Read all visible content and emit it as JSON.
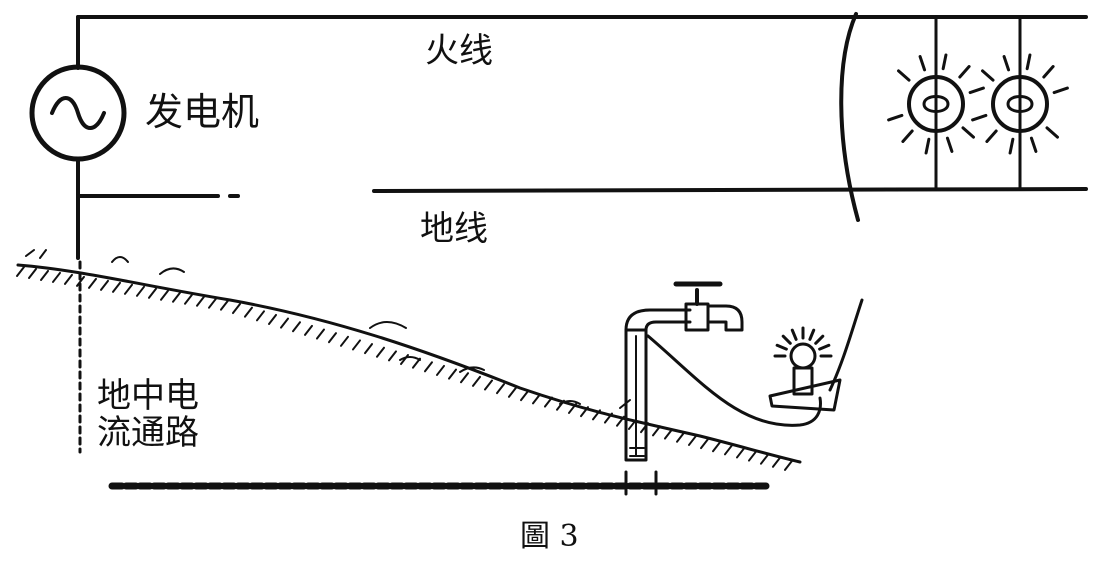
{
  "labels": {
    "generator": "发电机",
    "live_wire": "火线",
    "ground_wire": "地线",
    "earth_path": [
      "地中电",
      "流通路"
    ],
    "caption": "圖 3"
  },
  "colors": {
    "ink": "#111111",
    "background": "#ffffff"
  }
}
